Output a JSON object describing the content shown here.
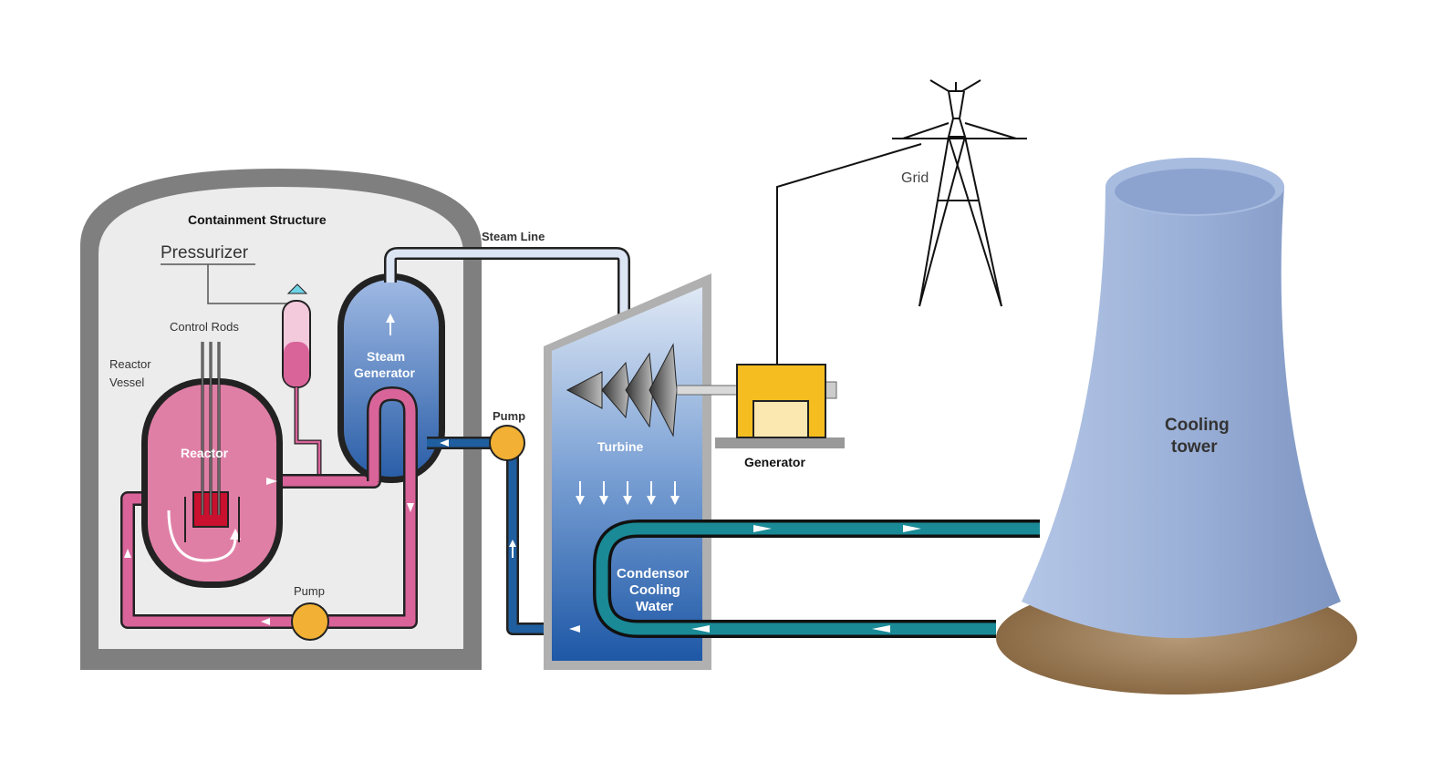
{
  "labels": {
    "containment": "Containment Structure",
    "pressurizer": "Pressurizer",
    "control_rods": "Control Rods",
    "reactor_vessel_1": "Reactor",
    "reactor_vessel_2": "Vessel",
    "reactor": "Reactor",
    "steam_gen_1": "Steam",
    "steam_gen_2": "Generator",
    "steam_line": "Steam Line",
    "pump_secondary": "Pump",
    "pump_primary": "Pump",
    "turbine": "Turbine",
    "generator": "Generator",
    "grid": "Grid",
    "condensor_1": "Condensor",
    "condensor_2": "Cooling",
    "condensor_3": "Water",
    "cooling_tower_1": "Cooling",
    "cooling_tower_2": "tower"
  },
  "colors": {
    "containment_wall": "#7f7f7f",
    "containment_fill": "#ececec",
    "reactor_pink": "#e07fa6",
    "primary_loop": "#d9649a",
    "steam_blue": "#5f87c6",
    "pipe_blue": "#1f5fa0",
    "cooling_teal": "#1a8a96",
    "pump_orange": "#f2b134",
    "generator_yellow": "#f5bd1f",
    "tower_blue": "#9fb3d8",
    "tower_base": "#9a7a55"
  }
}
